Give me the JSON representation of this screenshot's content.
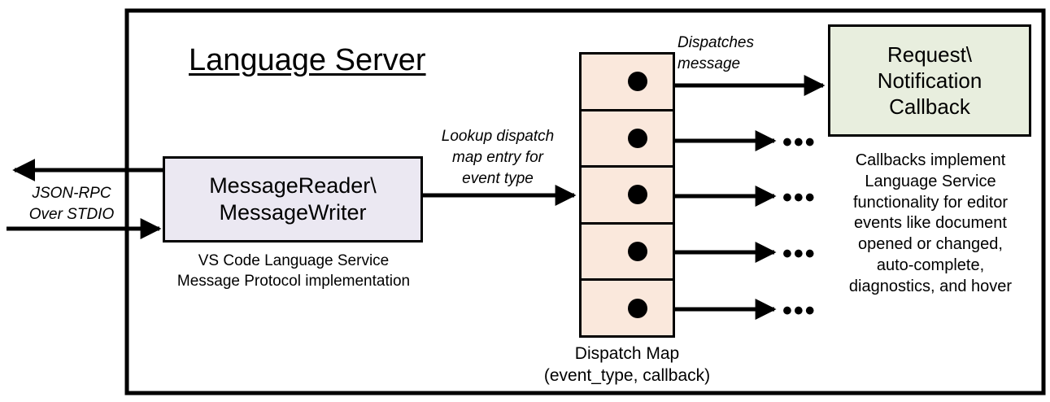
{
  "diagram": {
    "title": "Language Server",
    "container_border_color": "#000000",
    "background": "#ffffff"
  },
  "external_io": {
    "label": "JSON-RPC\nOver STDIO",
    "outbound_arrow": "arrow-left-out",
    "inbound_arrow": "arrow-right-in"
  },
  "message_box": {
    "label": "MessageReader\\\nMessageWriter",
    "caption": "VS Code Language Service\nMessage Protocol implementation",
    "fill": "#ebe8f2"
  },
  "lookup": {
    "label": "Lookup dispatch\nmap entry for\nevent type"
  },
  "dispatch_map": {
    "caption": "Dispatch Map\n(event_type, callback)",
    "fill": "#fae8dc",
    "row_count": 5,
    "rows": [
      {
        "has_dot": true,
        "target": "callback-box"
      },
      {
        "has_dot": true,
        "target": "ellipsis"
      },
      {
        "has_dot": true,
        "target": "ellipsis"
      },
      {
        "has_dot": true,
        "target": "ellipsis"
      },
      {
        "has_dot": true,
        "target": "ellipsis"
      }
    ],
    "ellipsis_glyph": "•••"
  },
  "dispatch_edge": {
    "label": "Dispatches\nmessage"
  },
  "callback_box": {
    "label": "Request\\\nNotification\nCallback",
    "caption": "Callbacks implement\nLanguage Service\nfunctionality for editor\nevents like document\nopened or changed,\nauto-complete,\ndiagnostics, and hover",
    "fill": "#e8eede"
  }
}
